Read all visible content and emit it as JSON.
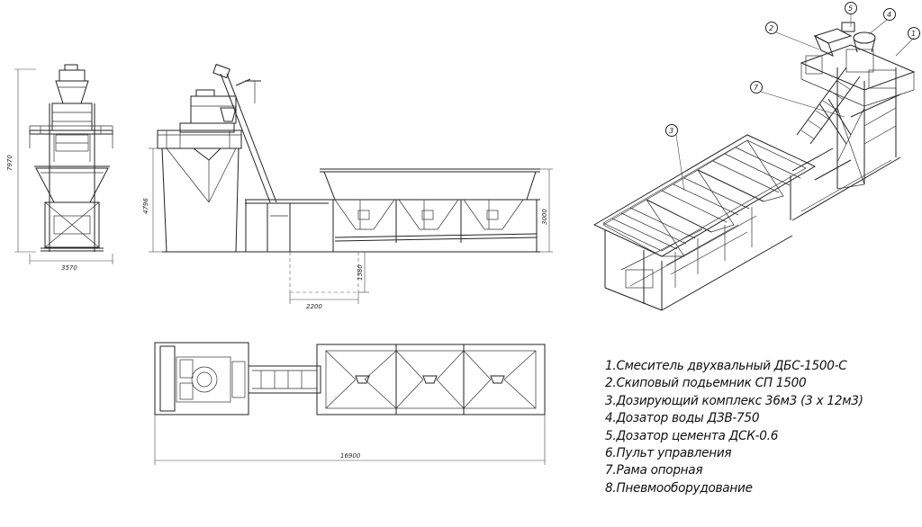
{
  "dimensions": {
    "side_height": "7970",
    "side_width": "3570",
    "front_height_left": "4796",
    "front_height_right": "3000",
    "pit_depth": "1580",
    "pit_width": "2200",
    "plan_length": "16900"
  },
  "callouts": [
    "1",
    "2",
    "3",
    "4",
    "5",
    "7"
  ],
  "legend": [
    "1.Смеситель двухвальный ДБС-1500-С",
    "2.Скиповый подьемник СП 1500",
    "3.Дозирующий комплекс 36м3 (3 х 12м3)",
    "4.Дозатор воды ДЗВ-750",
    "5.Дозатор цемента ДСК-0.6",
    "6.Пульт управления",
    "7.Рама опорная",
    "8.Пневмооборудование"
  ]
}
